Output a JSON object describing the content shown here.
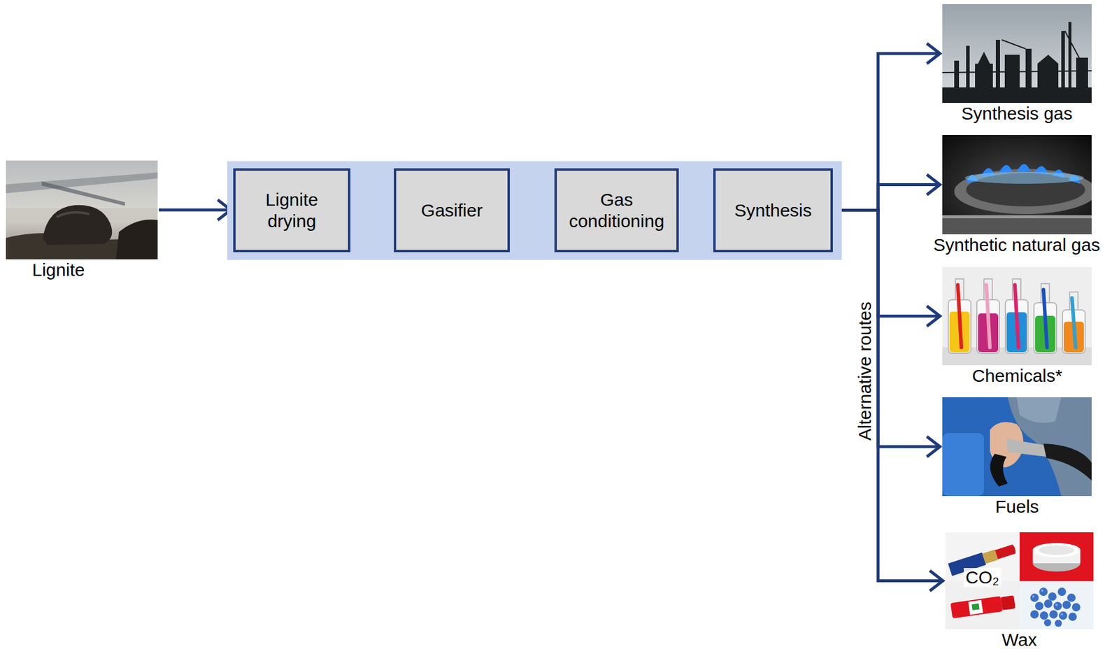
{
  "diagram": {
    "nodes": [
      {
        "text": [
          "Lignite"
        ]
      },
      {
        "text": [
          "Lignite drying"
        ]
      },
      {
        "text": [
          "Gasifier"
        ]
      },
      {
        "text": [
          "Gas conditioning"
        ]
      },
      {
        "text": [
          "Synthesis"
        ]
      },
      {
        "text": [
          "Synthesis gas"
        ]
      },
      {
        "text": [
          "Synthetic natural gas"
        ]
      },
      {
        "text": [
          "Chemicals*"
        ]
      },
      {
        "text": [
          "Fuels"
        ]
      },
      {
        "text": [
          "CO₂",
          "Wax"
        ]
      }
    ],
    "edges": [
      {
        "from": 0,
        "to": 1,
        "arrow": "to"
      },
      {
        "from": 1,
        "to": 2,
        "arrow": "to"
      },
      {
        "from": 2,
        "to": 3,
        "arrow": "to"
      },
      {
        "from": 3,
        "to": 4,
        "arrow": "to"
      },
      {
        "from": 4,
        "to": 5,
        "arrow": "to"
      },
      {
        "from": 4,
        "to": 6,
        "arrow": "to"
      },
      {
        "from": 4,
        "to": 7,
        "arrow": "to"
      },
      {
        "from": 4,
        "to": 8,
        "arrow": "to"
      },
      {
        "from": 4,
        "to": 9,
        "arrow": "to"
      }
    ],
    "labels": [
      "Alternative routes"
    ]
  }
}
